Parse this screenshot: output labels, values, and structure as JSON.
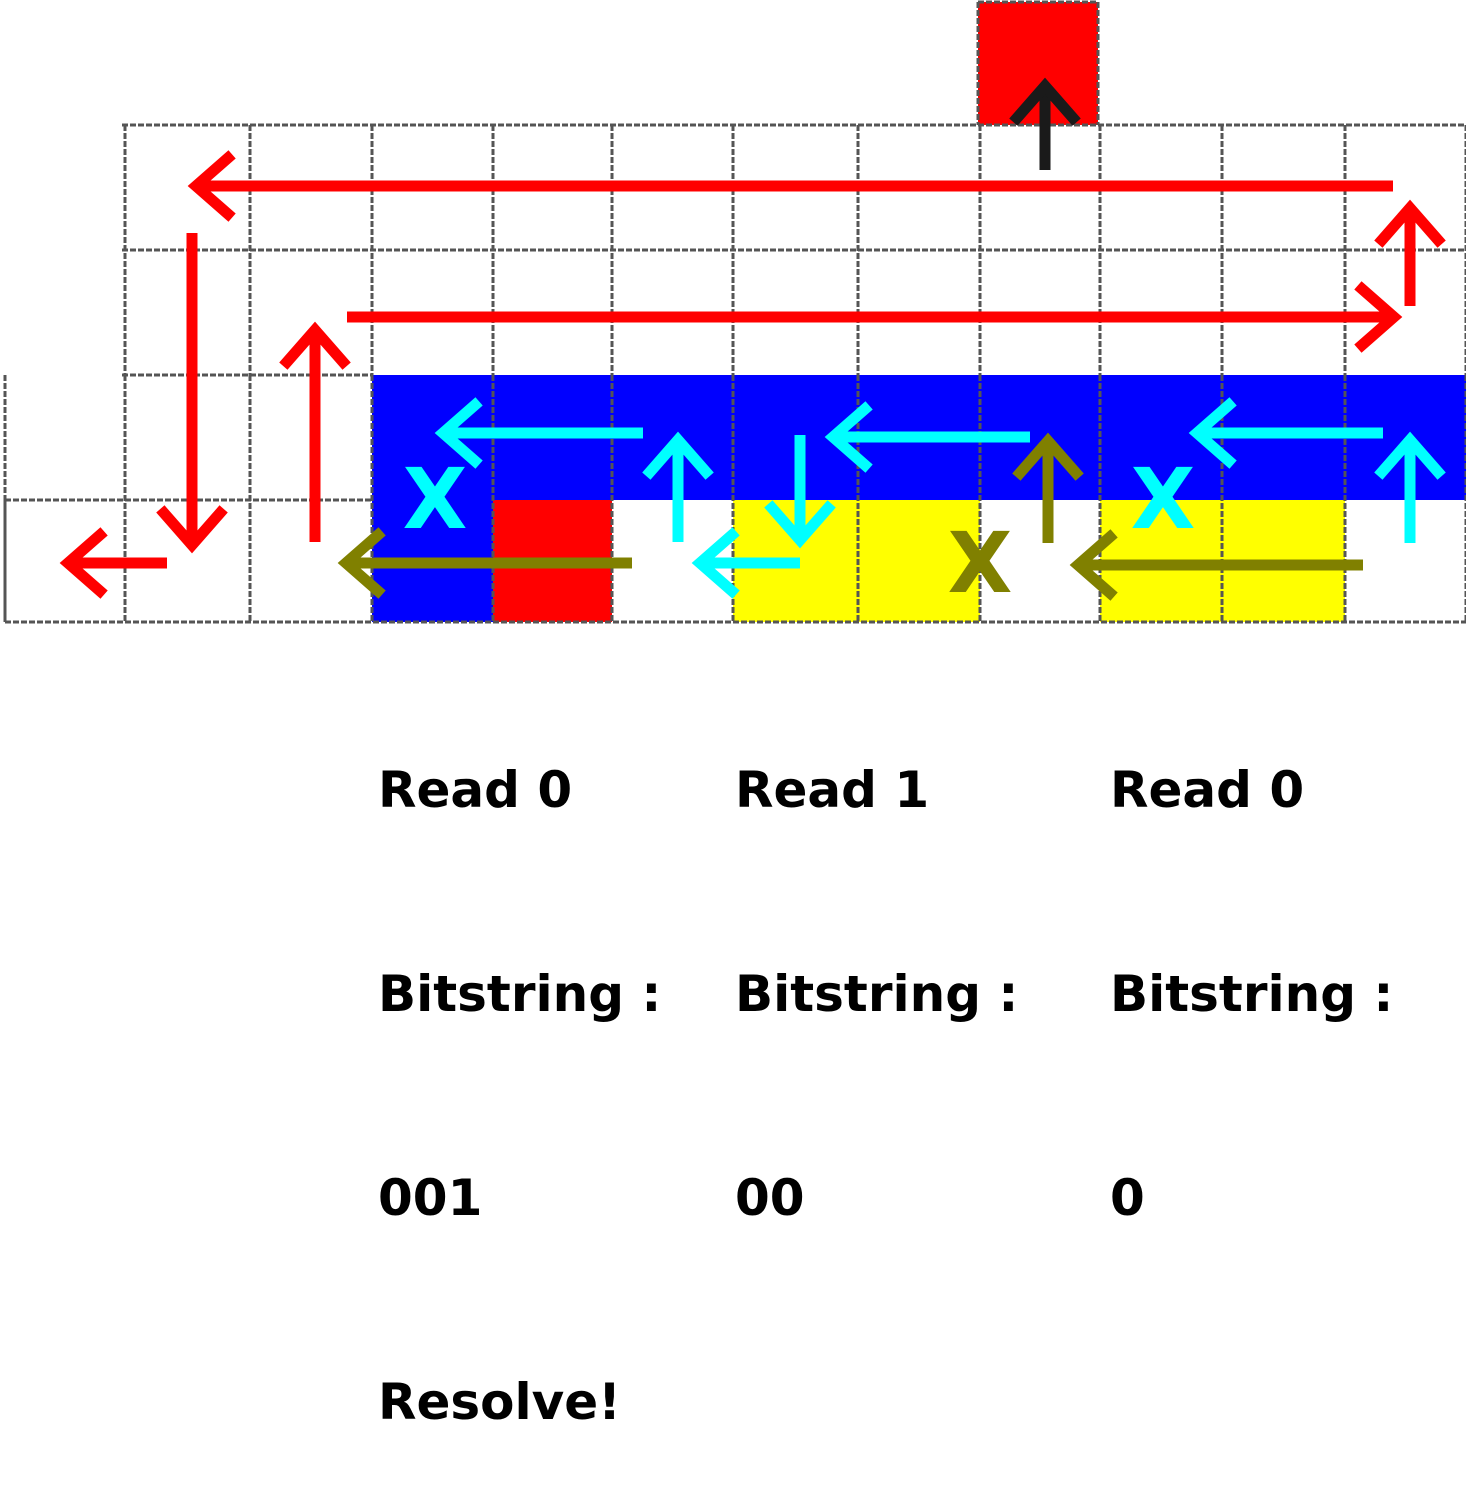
{
  "colors": {
    "red": "#ff0000",
    "blue": "#0000ff",
    "yellow": "#ffff00",
    "cyan": "#00ffff",
    "olive": "#808000",
    "black": "#1a1a1a",
    "grid": "#555555"
  },
  "marks": {
    "x_label": "X"
  },
  "annotations": [
    {
      "lines": [
        "Read 0",
        "Bitstring :",
        "001",
        "Resolve!"
      ]
    },
    {
      "lines": [
        "Read 1",
        "Bitstring :",
        "00"
      ]
    },
    {
      "lines": [
        "Read 0",
        "Bitstring :",
        "0"
      ]
    }
  ]
}
